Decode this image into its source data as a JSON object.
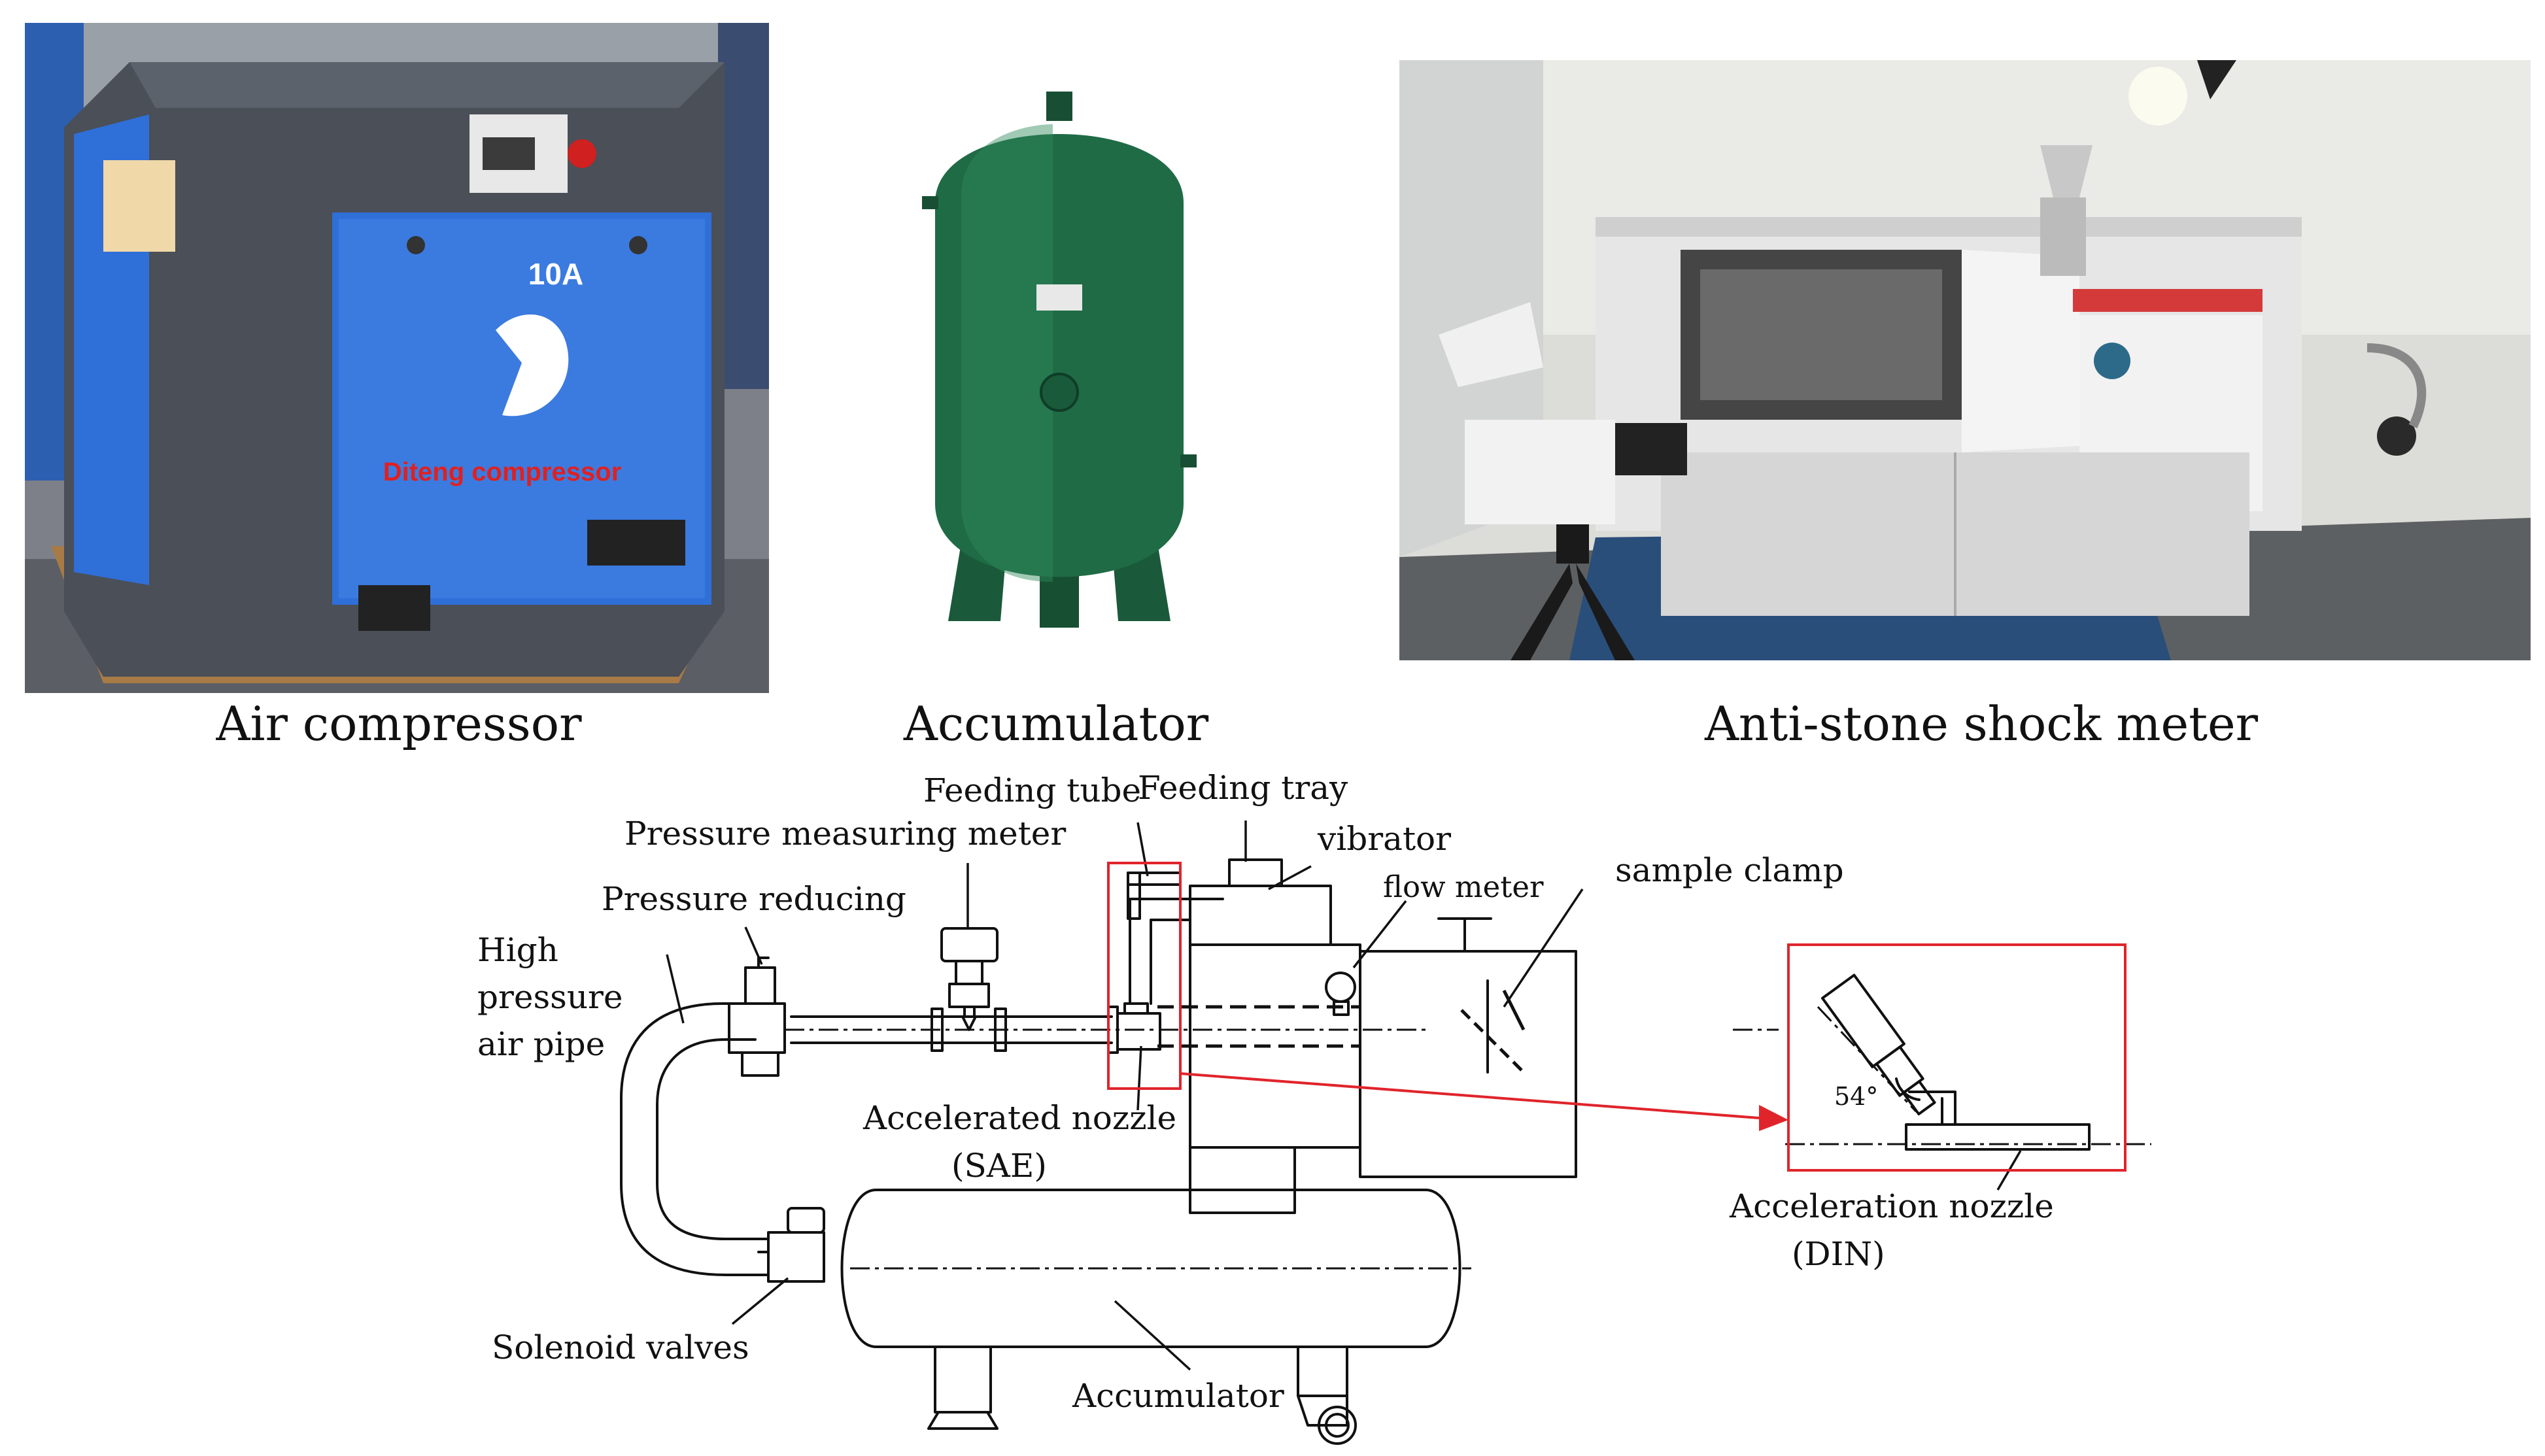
{
  "photos": {
    "compressor": {
      "caption": "Air compressor",
      "model_label": "10A",
      "brand_label": "Diteng compressor",
      "colors": {
        "panel": "#2f6fd8",
        "frame": "#4a4f58",
        "brand_text": "#e02020"
      }
    },
    "accumulator": {
      "caption": "Accumulator",
      "colors": {
        "tank": "#1f6b45"
      }
    },
    "shock_meter": {
      "caption": "Anti-stone shock meter",
      "colors": {
        "cabinet": "#e6e6e6",
        "floor": "#2a4e7a"
      }
    }
  },
  "diagram": {
    "labels": {
      "feeding_tube": "Feeding tube",
      "feeding_tray": "Feeding tray",
      "pressure_meter": "Pressure measuring meter",
      "vibrator": "vibrator",
      "pressure_reducing": "Pressure reducing",
      "flow_meter": "flow meter",
      "sample_clamp": "sample clamp",
      "high_pressure_1": "High",
      "high_pressure_2": "pressure",
      "high_pressure_3": "air pipe",
      "accel_nozzle_sae_1": "Accelerated nozzle",
      "accel_nozzle_sae_2": "(SAE)",
      "accel_nozzle_din_1": "Acceleration nozzle",
      "accel_nozzle_din_2": "(DIN)",
      "solenoid": "Solenoid valves",
      "accumulator": "Accumulator",
      "angle": "54°"
    },
    "colors": {
      "line": "#111111",
      "highlight": "#e0242b"
    }
  }
}
